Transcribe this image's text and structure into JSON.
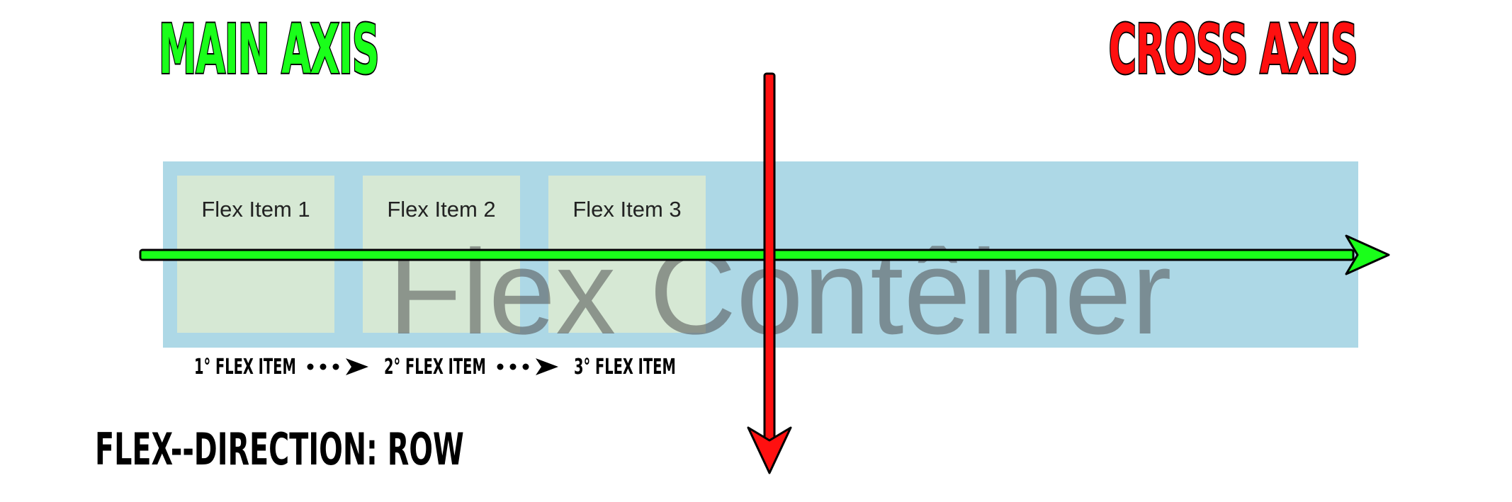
{
  "main_axis": {
    "title": "MAIN AXIS",
    "color": "#1aff1a"
  },
  "cross_axis": {
    "title": "CROSS AXIS",
    "color": "#ff1010"
  },
  "container": {
    "label": "Flex Contêiner",
    "background": "#add8e6"
  },
  "items": [
    {
      "label": "Flex Item 1"
    },
    {
      "label": "Flex Item 2"
    },
    {
      "label": "Flex Item 3"
    }
  ],
  "item_background": "#d6e8d4",
  "order": [
    "1° FLEX ITEM",
    "2° FLEX ITEM",
    "3° FLEX ITEM"
  ],
  "direction_caption": "FLEX--DIRECTION: ROW"
}
